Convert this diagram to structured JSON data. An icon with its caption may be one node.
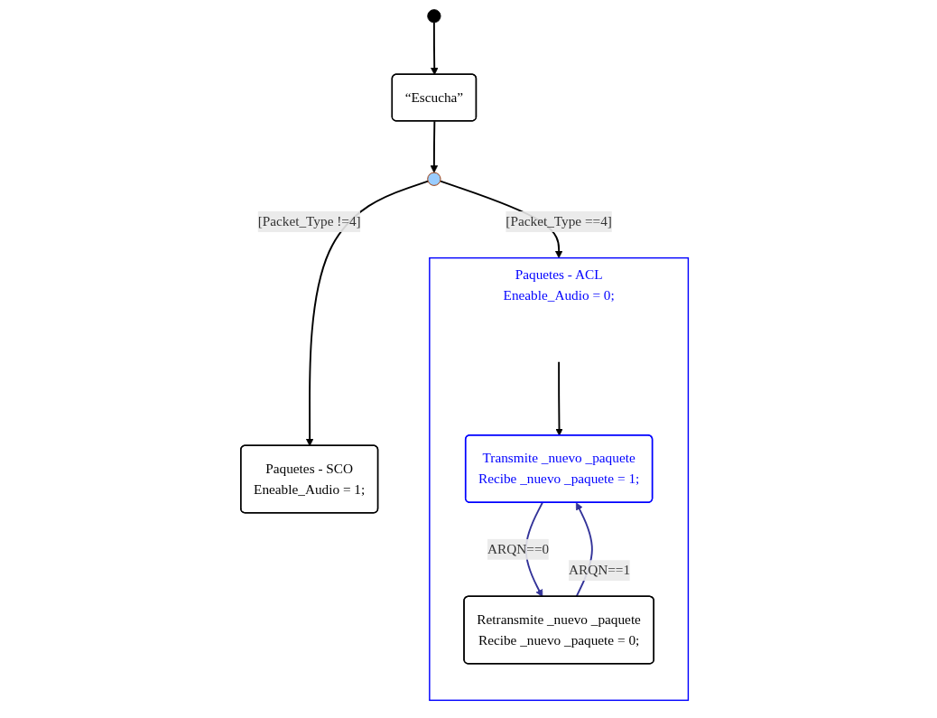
{
  "diagram": {
    "nodes": [
      {
        "text": [],
        "shape": "circle"
      },
      {
        "text": [
          "“Escucha”"
        ]
      },
      {
        "text": [],
        "shape": "circle"
      },
      {
        "text": [
          "Paquetes - SCO",
          "Eneable_Audio = 1;"
        ]
      },
      {
        "text": [
          "Paquetes - ACL",
          "Eneable_Audio = 0;"
        ]
      },
      {
        "text": [
          "Transmite _nuevo _paquete",
          "Recibe _nuevo _paquete = 1;"
        ],
        "in": 4
      },
      {
        "text": [
          "Retransmite _nuevo _paquete",
          "Recibe _nuevo _paquete = 0;"
        ],
        "in": 4
      }
    ],
    "edges": [
      {
        "from": 0,
        "to": 1,
        "arrow": "to"
      },
      {
        "from": 1,
        "to": 2,
        "arrow": "to"
      },
      {
        "from": 2,
        "to": 3,
        "label": "[Packet_Type !=4]",
        "arrow": "to"
      },
      {
        "from": 2,
        "to": 4,
        "label": "[Packet_Type ==4]",
        "arrow": "to"
      },
      {
        "from": null,
        "to": 5,
        "arrow": "to"
      },
      {
        "from": 5,
        "to": 6,
        "label": "ARQN==0",
        "arrow": "to",
        "color": "#333399"
      },
      {
        "from": 6,
        "to": 5,
        "label": "ARQN==1",
        "arrow": "to",
        "color": "#333399"
      }
    ]
  }
}
